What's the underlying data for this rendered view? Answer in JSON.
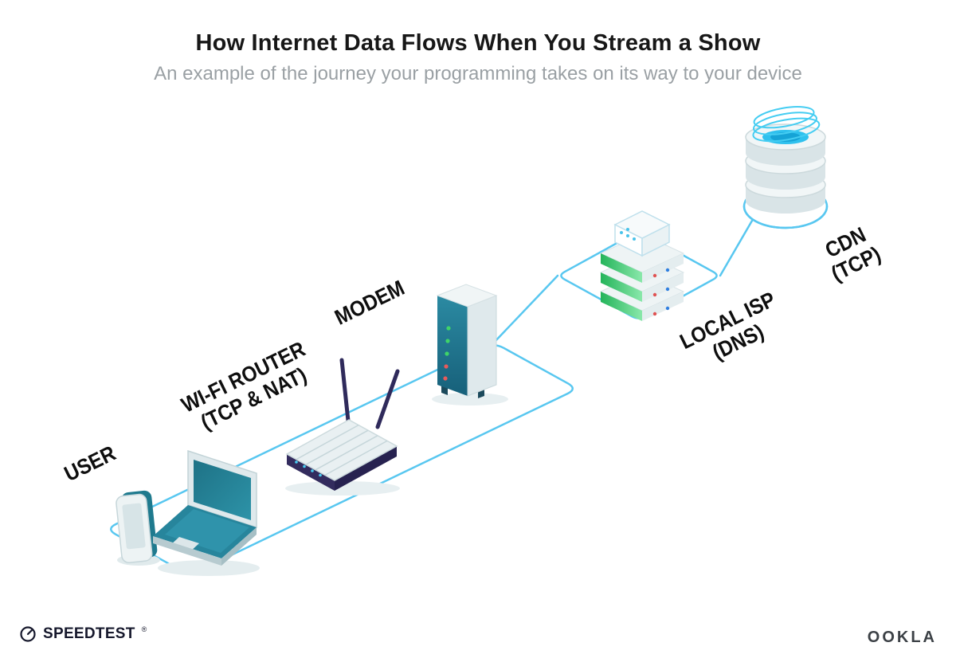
{
  "header": {
    "title": "How Internet Data Flows When You Stream a Show",
    "subtitle": "An example of the journey your programming takes on its way to your device"
  },
  "nodes": {
    "user": {
      "label": "USER"
    },
    "router": {
      "label_line1": "WI-FI ROUTER",
      "label_line2": "(TCP & NAT)"
    },
    "modem": {
      "label": "MODEM"
    },
    "isp": {
      "label_line1": "LOCAL ISP",
      "label_line2": "(DNS)"
    },
    "cdn": {
      "label_line1": "CDN",
      "label_line2": "(TCP)"
    }
  },
  "footer": {
    "speedtest": "SPEEDTEST",
    "registered_mark": "®",
    "ookla": "OOKLA"
  },
  "icons": {
    "user": "smartphone-icon",
    "router": "wifi-router-icon",
    "modem": "modem-icon",
    "isp": "server-stack-icon",
    "cdn": "database-icon",
    "speedtest": "gauge-icon"
  },
  "colors": {
    "path_blue": "#58C7F0",
    "device_teal": "#1F7A8E",
    "router_navy": "#2F2A5B",
    "server_green": "#27B55C",
    "accent_cyan": "#38C6F0",
    "led_green": "#3FD468",
    "led_red": "#E85B5B",
    "ink": "#111111",
    "subtitle_gray": "#9AA0A4"
  }
}
